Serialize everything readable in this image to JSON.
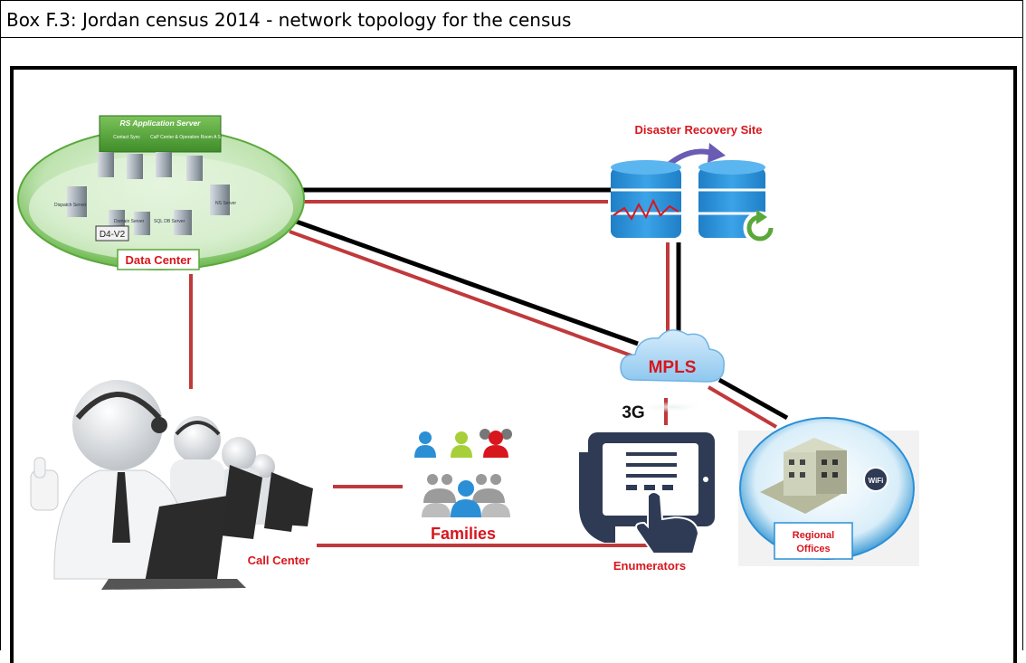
{
  "box_title": "Box F.3: Jordan census 2014 - network topology for the census",
  "colors": {
    "link_red": "#c0393b",
    "link_black": "#000000",
    "label_red": "#d8161d",
    "dc_green": "#5aa83a",
    "cloud_blue": "#8ec7ef",
    "db_blue": "#2b8fd6",
    "tablet_navy": "#2f3b55"
  },
  "nodes": {
    "data_center": {
      "label": "Data Center",
      "server_header": "RS Application Server",
      "server_sub_left": "Contact Sync",
      "server_sub_right": "CaP Center & Operation Room A S",
      "device_tag": "D4-V2",
      "server_labels": [
        "Dispatch Server",
        "Domain Server",
        "SQL DB Server",
        "NS Server"
      ]
    },
    "disaster_recovery": {
      "label": "Disaster Recovery Site"
    },
    "mpls": {
      "label": "MPLS",
      "sub_label": "3G"
    },
    "call_center": {
      "label": "Call Center"
    },
    "families": {
      "label": "Families"
    },
    "enumerators": {
      "label": "Enumerators"
    },
    "regional_offices": {
      "label_line1": "Regional",
      "label_line2": "Offices",
      "badge": "WiFi"
    }
  }
}
